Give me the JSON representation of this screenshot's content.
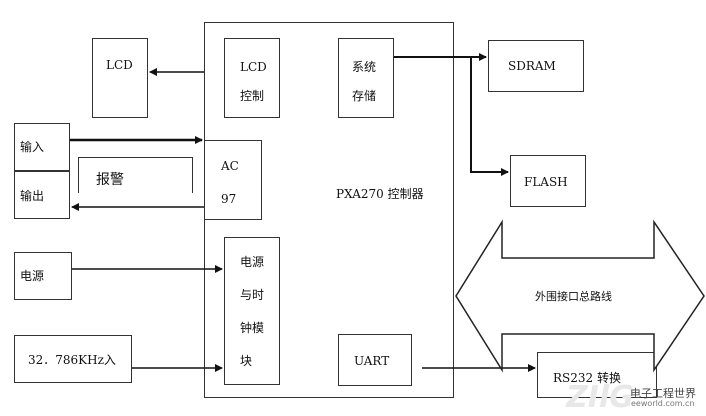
{
  "diagram": {
    "lcd": "LCD",
    "lcd_ctrl": [
      "LCD",
      "控制"
    ],
    "sys_storage": [
      "系统",
      "存储"
    ],
    "sdram": "SDRAM",
    "flash": "FLASH",
    "input": "输入",
    "output": "输出",
    "alarm": "报警",
    "ac97": [
      "AC",
      "97"
    ],
    "controller": "PXA270 控制器",
    "power": "电源",
    "power_clock": [
      "电源",
      "与时",
      "钟模",
      "块"
    ],
    "crystal": "32．786KHz入",
    "uart": "UART",
    "bus": "外围接口总路线",
    "rs232": "RS232 转换"
  },
  "watermark": {
    "brand": "ZIlG",
    "cn": "电子工程世界",
    "site": "eeworld.com.cn"
  }
}
